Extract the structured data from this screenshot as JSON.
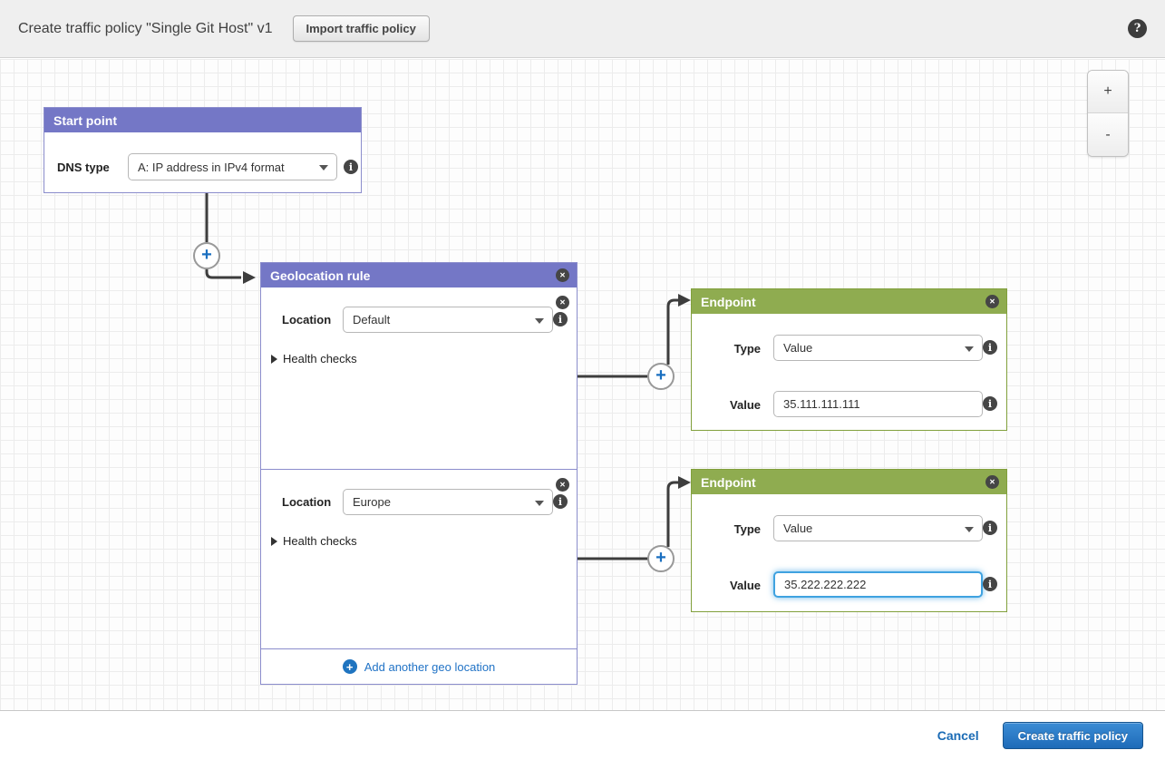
{
  "header": {
    "title": "Create traffic policy \"Single Git Host\" v1",
    "import_button_label": "Import traffic policy",
    "help_icon": "?"
  },
  "zoom_controls": {
    "zoom_in": "+",
    "zoom_out": "-"
  },
  "icons": {
    "close": "✕",
    "info": "i",
    "plus": "+"
  },
  "start_point": {
    "title": "Start point",
    "dns_type_label": "DNS type",
    "dns_type_value": "A: IP address in IPv4 format"
  },
  "geolocation_rule": {
    "title": "Geolocation rule",
    "sections": [
      {
        "location_label": "Location",
        "location_value": "Default",
        "health_checks_label": "Health checks"
      },
      {
        "location_label": "Location",
        "location_value": "Europe",
        "health_checks_label": "Health checks"
      }
    ],
    "add_another_label": "Add another geo location"
  },
  "endpoints": [
    {
      "title": "Endpoint",
      "type_label": "Type",
      "type_value": "Value",
      "value_label": "Value",
      "value_text": "35.111.111.111"
    },
    {
      "title": "Endpoint",
      "type_label": "Type",
      "type_value": "Value",
      "value_label": "Value",
      "value_text": "35.222.222.222"
    }
  ],
  "footer": {
    "cancel_label": "Cancel",
    "create_button_label": "Create traffic policy"
  },
  "colors": {
    "purple_header": "#7477c6",
    "green_header": "#8fac50",
    "primary_button_blue": "#1e6bb8",
    "link_blue": "#2173c6",
    "connector_gray": "#3d3d3d",
    "plus_blue": "#1a6fc0"
  }
}
